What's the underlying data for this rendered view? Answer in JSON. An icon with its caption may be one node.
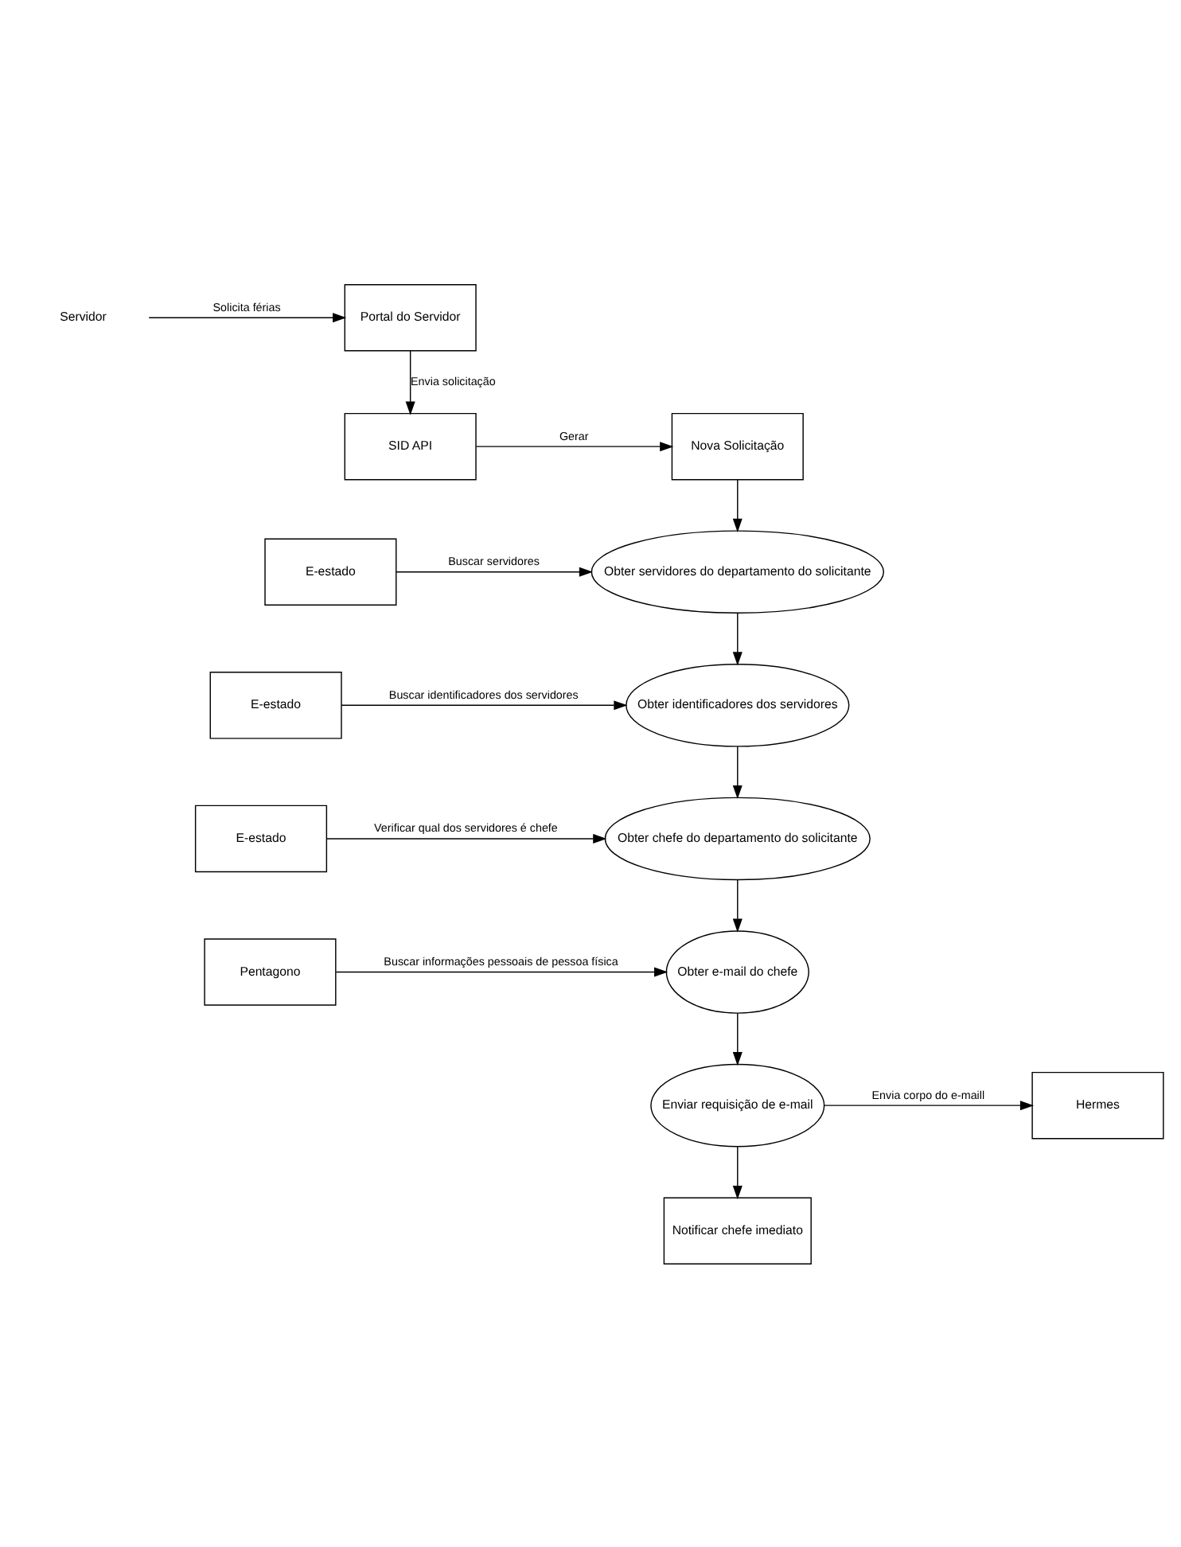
{
  "diagram": {
    "nodes": [
      {
        "text": [
          "Portal do Servidor"
        ]
      },
      {
        "text": [
          "Servidor"
        ]
      },
      {
        "text": [
          "SID API"
        ]
      },
      {
        "text": [
          "Nova Solicitação"
        ]
      },
      {
        "text": [
          "Obter servidores do departamento do solicitante"
        ]
      },
      {
        "text": [
          "E-estado"
        ]
      },
      {
        "text": [
          "Obter identificadores dos servidores"
        ]
      },
      {
        "text": [
          "E-estado"
        ]
      },
      {
        "text": [
          "Obter chefe do departamento do solicitante"
        ]
      },
      {
        "text": [
          "E-estado"
        ]
      },
      {
        "text": [
          "Obter e-mail do chefe"
        ]
      },
      {
        "text": [
          "Pentagono"
        ]
      },
      {
        "text": [
          "Enviar requisição de e-mail"
        ]
      },
      {
        "text": [
          "Hermes"
        ]
      },
      {
        "text": [
          "Notificar chefe imediato"
        ]
      }
    ],
    "edges": [
      {
        "from": 1,
        "to": 0,
        "arrow": "to",
        "label": "Solicita férias"
      },
      {
        "from": 0,
        "to": 2,
        "arrow": "to",
        "label": "Envia solicitação"
      },
      {
        "from": 2,
        "to": 3,
        "arrow": "to",
        "label": "Gerar"
      },
      {
        "from": 3,
        "to": 4,
        "arrow": "to"
      },
      {
        "from": 5,
        "to": 4,
        "arrow": "to",
        "label": "Buscar servidores"
      },
      {
        "from": 4,
        "to": 6,
        "arrow": "to"
      },
      {
        "from": 7,
        "to": 6,
        "arrow": "to",
        "label": "Buscar identificadores dos servidores"
      },
      {
        "from": 6,
        "to": 8,
        "arrow": "to"
      },
      {
        "from": 9,
        "to": 8,
        "arrow": "to",
        "label": "Verificar qual dos servidores é chefe"
      },
      {
        "from": 8,
        "to": 10,
        "arrow": "to"
      },
      {
        "from": 11,
        "to": 10,
        "arrow": "to",
        "label": "Buscar informações pessoais de pessoa física"
      },
      {
        "from": 10,
        "to": 12,
        "arrow": "to"
      },
      {
        "from": 12,
        "to": 13,
        "arrow": "to",
        "label": "Envia corpo do e-maill"
      },
      {
        "from": 12,
        "to": 14,
        "arrow": "to"
      }
    ]
  }
}
